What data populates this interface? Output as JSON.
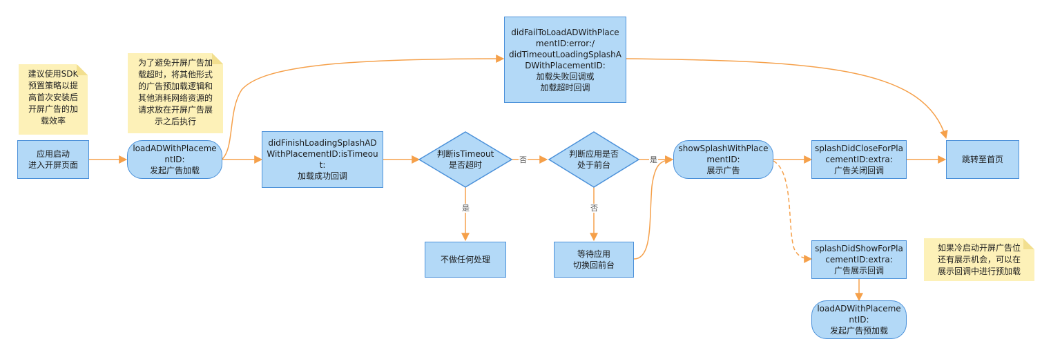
{
  "colors": {
    "node_fill": "#b3d9f7",
    "node_border": "#4a90d9",
    "note_fill": "#fdf1b8",
    "arrow": "#f5a04a"
  },
  "notes": {
    "sdk_strategy": "建议使用SDK\n预置策略以提\n高首次安装后\n开屏广告的加\n载效率",
    "avoid_timeout": "为了避免开屏广告加\n载超时，将其他形式\n的广告预加载逻辑和\n其他消耗网络资源的\n请求放在开屏广告展\n示之后执行",
    "cold_start": "如果冷启动开屏广告位\n还有展示机会，可以在\n展示回调中进行预加载"
  },
  "nodes": {
    "app_start": "应用启动\n进入开屏页面",
    "load_ad": "loadADWithPlacementID:\n发起广告加载",
    "did_finish": "didFinishLoadingSplashADWithPlacementID:isTimeout:\n加载成功回调",
    "did_fail": "didFailToLoadADWithPlacementID:error:/\ndidTimeoutLoadingSplashADWithPlacementID:\n加载失败回调或\n加载超时回调",
    "check_timeout": "判断isTimeout\n是否超时",
    "check_foreground": "判断应用是否\n处于前台",
    "do_nothing": "不做任何处理",
    "wait_foreground": "等待应用\n切换回前台",
    "show_splash": "showSplashWithPlacementID:\n展示广告",
    "did_close": "splashDidCloseForPlacementID:extra:\n广告关闭回调",
    "did_show": "splashDidShowForPlacementID:extra:\n广告展示回调",
    "preload": "loadADWithPlacementID:\n发起广告预加载",
    "home": "跳转至首页"
  },
  "edge_labels": {
    "timeout_no": "否",
    "timeout_yes": "是",
    "foreground_yes": "是",
    "foreground_no": "否"
  }
}
